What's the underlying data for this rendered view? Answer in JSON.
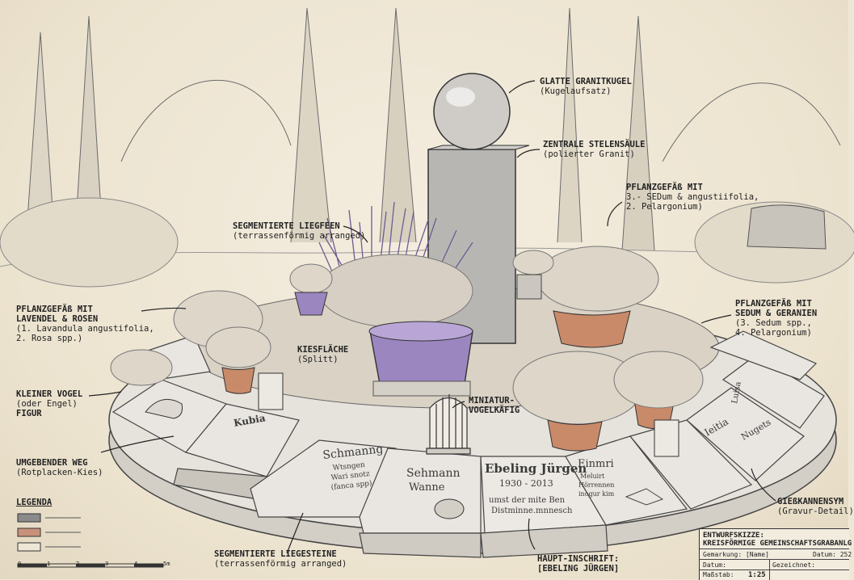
{
  "labels": {
    "granitkugel": {
      "title": "GLATTE GRANITKUGEL",
      "sub": "(Kugelaufsatz)"
    },
    "stelensaeule": {
      "title": "ZENTRALE STELENSÄULE",
      "sub": "(polierter Granit)"
    },
    "liegfeen": {
      "title": "SEGMENTIERTE LIEGFEEN",
      "sub": "(terrassenförmig arranged)"
    },
    "pflanz_rechts_oben": {
      "title": "PFLANZGEFÄß MIT",
      "sub1": "3.- SEDum & angustiifolia,",
      "sub2": "2. Pelargonium)"
    },
    "pflanz_lavendel": {
      "title": "PFLANZGEFÄß MIT",
      "title2": "LAVENDEL & ROSEN",
      "sub1": "(1. Lavandula angustifolia,",
      "sub2": "2. Rosa spp.)"
    },
    "pflanz_sedum": {
      "title": "PFLANZGEFÄß MIT",
      "title2": "SEDUM & GERANIEN",
      "sub1": "(3. Sedum spp.,",
      "sub2": "4. Pelargonium)"
    },
    "kiesflaeche": {
      "title": "KIESFLÄCHE",
      "sub": "(Splitt)"
    },
    "vogel": {
      "title": "KLEINER VOGEL",
      "sub": "(oder Engel)",
      "title2": "FIGUR"
    },
    "vogelkaefig": {
      "title": "MINIATUR-",
      "title2": "VOGELKÄFIG"
    },
    "weg": {
      "title": "UMGEBENDER WEG",
      "sub": "(Rotplacken-Kies)"
    },
    "liegesteine": {
      "title": "SEGMENTIERTE LIEGESTEINE",
      "sub": "(terrassenförmig arranged)"
    },
    "hauptinschrift": {
      "title": "HAUPT-INSCHRIFT:",
      "title2": "[EBELING JÜRGEN]"
    },
    "giesskanne": {
      "title": "GIEßKANNENSYM",
      "sub": "(Gravur-Detail)"
    }
  },
  "stones": {
    "main_name": "Ebeling Jürgen",
    "main_years": "1930 - 2013",
    "main_text1": "umst der mite Ben",
    "main_text2": "Distminne.mnnesch",
    "s_schmann_1": "Schmanng",
    "s_schmann_2": "Wtsngen",
    "s_schmann_3": "Wari snotz",
    "s_schmann_4": "(fanca spp)",
    "s_sehmann_1": "Sehmann",
    "s_sehmann_2": "Wanne",
    "s_kubia": "Kubia",
    "s_einmri": "Einmri",
    "s_einmri_2": "Meluirt",
    "s_einmri_3": "Hörrennen",
    "s_einmri_4": "inogur kim",
    "s_ieitia": "Ieitia",
    "s_nusgets": "Nugets",
    "s_luisa": "Luisa"
  },
  "legend": {
    "title": "LEGENDA",
    "colors": [
      "#8a8a8a",
      "#c9917a",
      "#efe7d6"
    ],
    "scale_ticks": [
      "0",
      "1",
      "2",
      "3",
      "4",
      "5m"
    ]
  },
  "titleblock": {
    "line1": "ENTWURFSKIZZE:",
    "line2": "KREISFÖRMIGE GEMEINSCHAFTSGRABANLG",
    "gemarkung": "Gemarkung: [Name]",
    "datum_label": "Datum:",
    "datum_value": "Datum: 252",
    "gezeichnet": "Gezeichnet:",
    "massstab_label": "Maßstab:",
    "massstab_value": "1:25"
  },
  "colors": {
    "lavender": "#9b86c0",
    "terracotta": "#c98a6a",
    "stone": "#d6d2cb",
    "paper": "#efe7d6",
    "ink": "#2a2a2a"
  }
}
